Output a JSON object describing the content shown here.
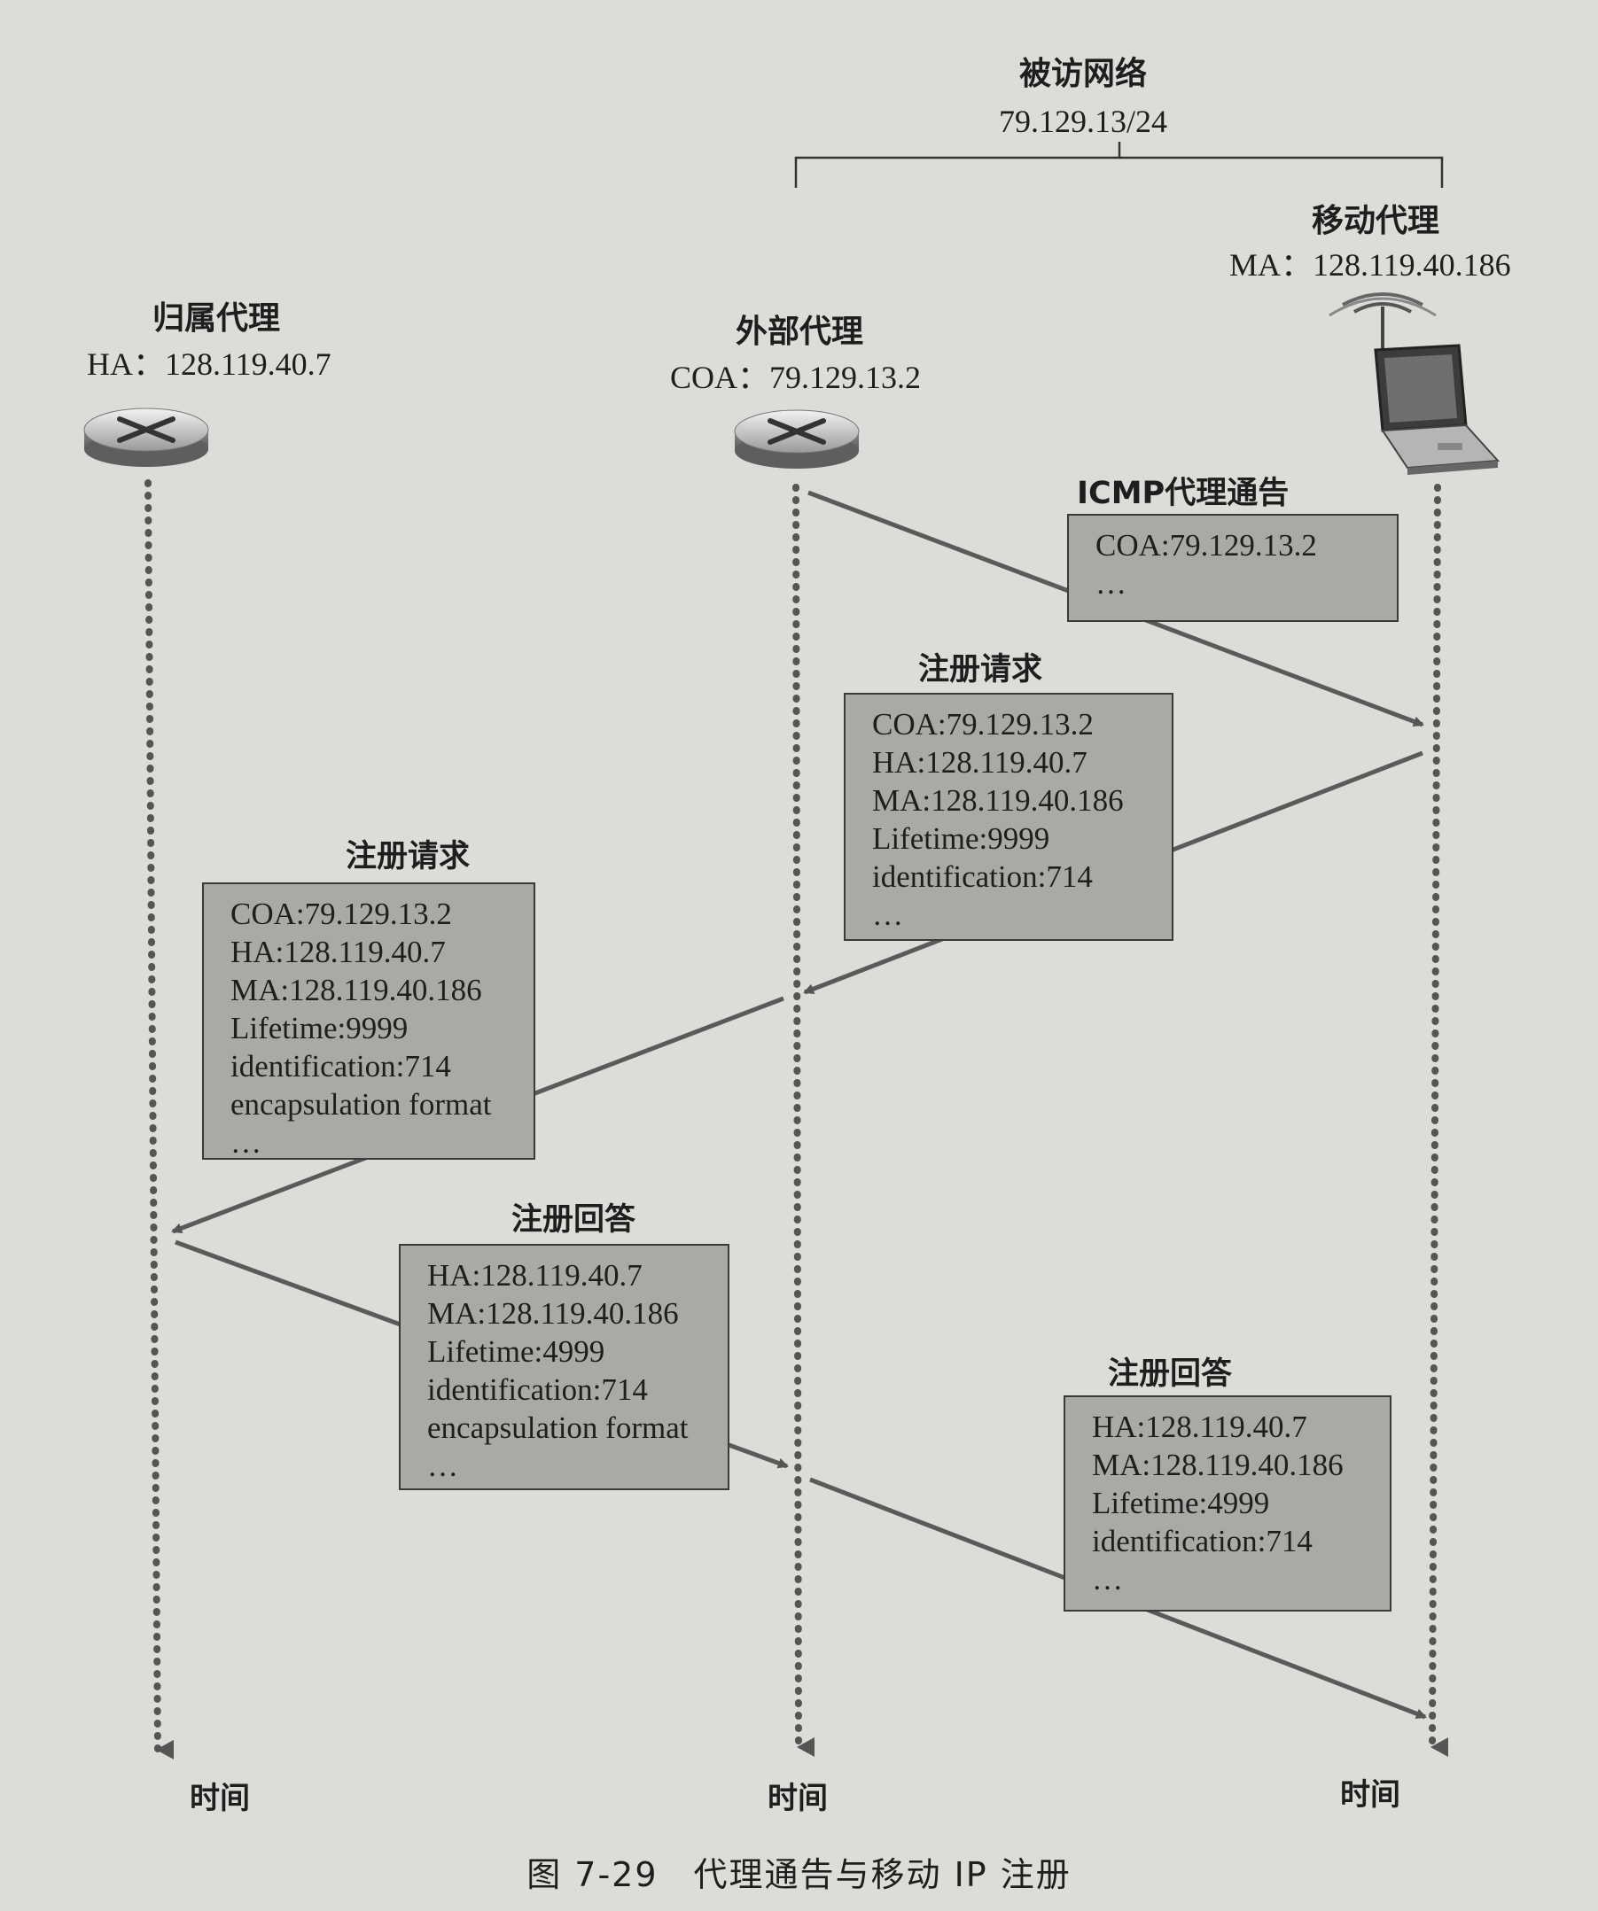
{
  "visited_network": {
    "title": "被访网络",
    "subnet": "79.129.13/24"
  },
  "home_agent": {
    "title": "归属代理",
    "address": "HA：128.119.40.7",
    "time_label": "时间"
  },
  "foreign_agent": {
    "title": "外部代理",
    "address": "COA：79.129.13.2",
    "time_label": "时间"
  },
  "mobile_agent": {
    "title": "移动代理",
    "address": "MA：128.119.40.186",
    "time_label": "时间"
  },
  "messages": [
    {
      "title": "ICMP代理通告",
      "lines": [
        "COA:79.129.13.2",
        "…"
      ]
    },
    {
      "title": "注册请求",
      "lines": [
        "COA:79.129.13.2",
        "HA:128.119.40.7",
        "MA:128.119.40.186",
        "Lifetime:9999",
        "identification:714",
        "…"
      ]
    },
    {
      "title": "注册请求",
      "lines": [
        "COA:79.129.13.2",
        "HA:128.119.40.7",
        "MA:128.119.40.186",
        "Lifetime:9999",
        "identification:714",
        "encapsulation format",
        "…"
      ]
    },
    {
      "title": "注册回答",
      "lines": [
        "HA:128.119.40.7",
        "MA:128.119.40.186",
        "Lifetime:4999",
        "identification:714",
        "encapsulation format",
        "…"
      ]
    },
    {
      "title": "注册回答",
      "lines": [
        "HA:128.119.40.7",
        "MA:128.119.40.186",
        "Lifetime:4999",
        "identification:714",
        "…"
      ]
    }
  ],
  "caption": "图 7-29　代理通告与移动 IP 注册"
}
